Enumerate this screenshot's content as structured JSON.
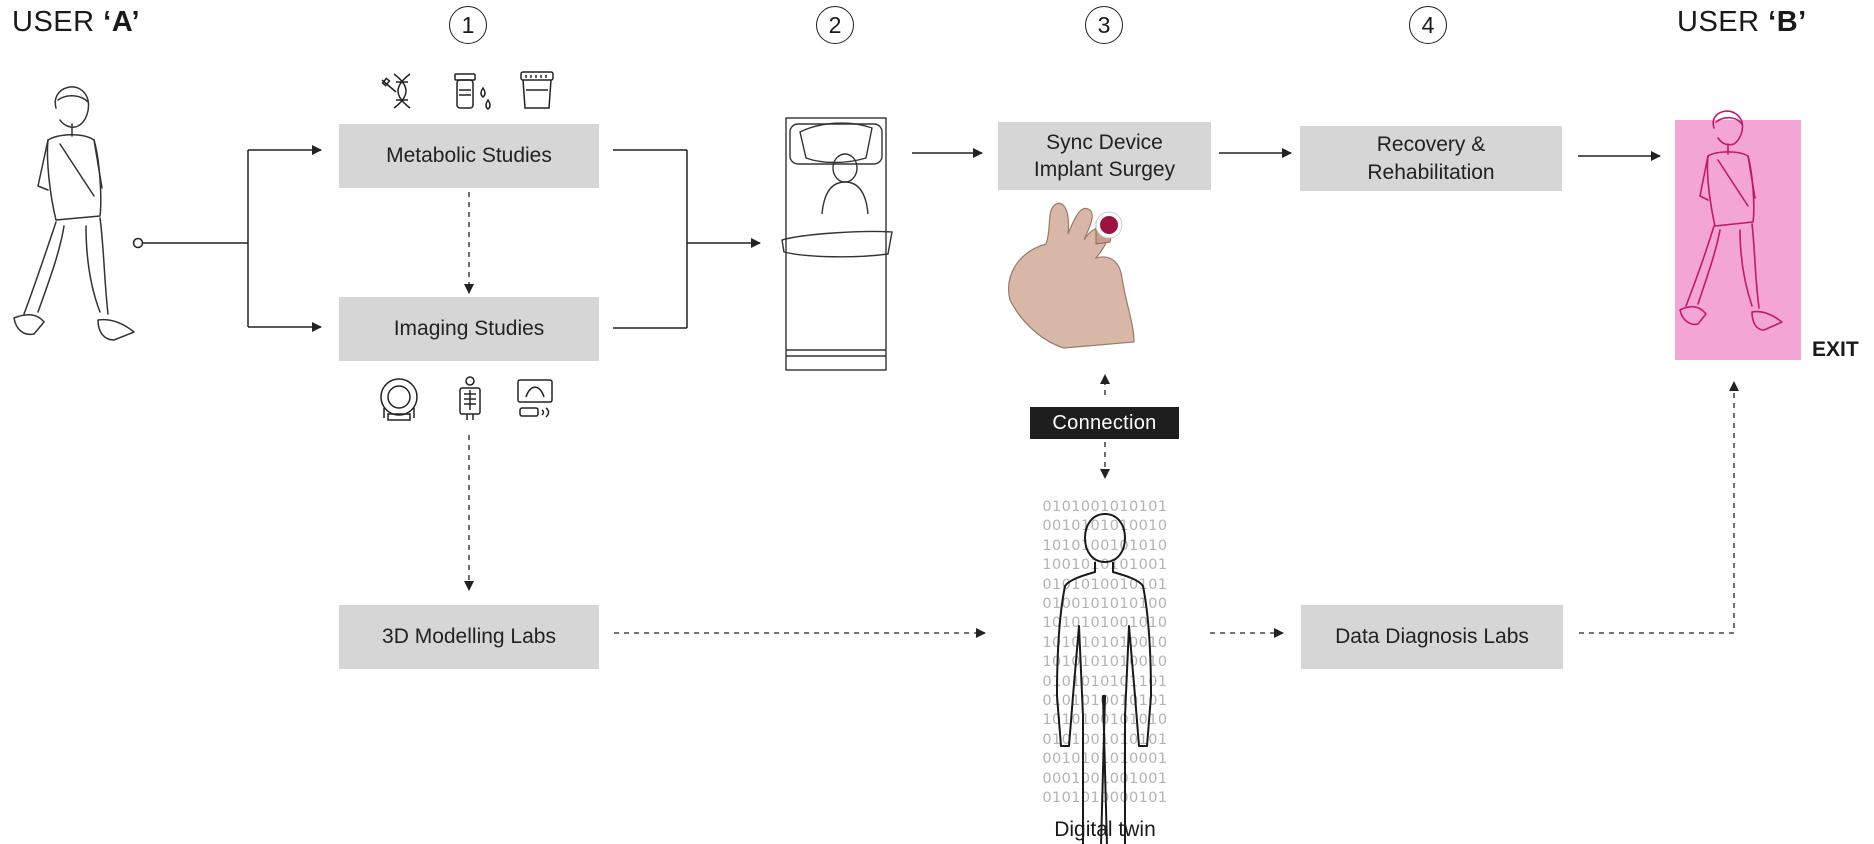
{
  "users": {
    "a": {
      "prefix": "USER ",
      "name": "‘A’"
    },
    "b": {
      "prefix": "USER ",
      "name": "‘B’"
    }
  },
  "steps": [
    "1",
    "2",
    "3",
    "4"
  ],
  "boxes": {
    "metabolic": "Metabolic Studies",
    "imaging": "Imaging Studies",
    "modelling": "3D Modelling Labs",
    "sync_line1": "Sync Device",
    "sync_line2": "Implant Surgey",
    "recovery_line1": "Recovery &",
    "recovery_line2": "Rehabilitation",
    "diagnosis": "Data Diagnosis Labs"
  },
  "connection": "Connection",
  "digital_twin": {
    "label": "Digital twin",
    "binary": [
      "0101001010101",
      "0010101010010",
      "1010100101010",
      "1001010101001",
      "0101010010101",
      "0100101010100",
      "1010101001010",
      "1010101010010",
      "1010101010010",
      "0101010101101",
      "0101010010101",
      "1010100101010",
      "0101001010101",
      "0010101010001",
      "0001001001001",
      "0101010000101"
    ]
  },
  "exit": "EXIT",
  "colors": {
    "box_fill": "#d6d6d6",
    "highlight_pink": "#f3a6d6",
    "figure_magenta": "#c2186b",
    "device_red": "#9e1242",
    "connection_tag": "#1e1e1e",
    "binary_grey": "#b3b3b3"
  },
  "icons": {
    "metabolic": [
      "dna-syringe-icon",
      "blood-vial-icon",
      "urine-sample-icon"
    ],
    "imaging": [
      "mri-scanner-icon",
      "xray-icon",
      "ultrasound-icon"
    ]
  }
}
